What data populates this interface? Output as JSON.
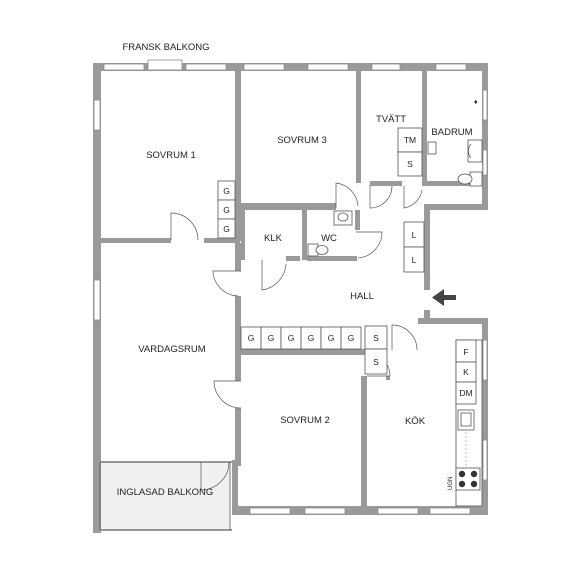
{
  "labels": {
    "fransk_balkong": "FRANSK BALKONG",
    "sovrum1": "SOVRUM 1",
    "sovrum3": "SOVRUM 3",
    "tvatt": "TVÄTT",
    "badrum": "BADRUM",
    "klk": "KLK",
    "wc": "WC",
    "hall": "HALL",
    "vardagsrum": "VARDAGSRUM",
    "sovrum2": "SOVRUM 2",
    "kok": "KÖK",
    "inglasad_balkong": "INGLASAD BALKONG",
    "ugn": "UGN"
  },
  "storage": {
    "sovrum1_closets": [
      "G",
      "G",
      "G"
    ],
    "hall_row": [
      "G",
      "G",
      "G",
      "G",
      "G",
      "G"
    ],
    "hall_s": [
      "S",
      "S"
    ],
    "hall_l": [
      "L",
      "L"
    ],
    "tvatt_units": [
      "TM",
      "S"
    ],
    "kitchen_units": [
      "F",
      "K",
      "DM"
    ]
  }
}
